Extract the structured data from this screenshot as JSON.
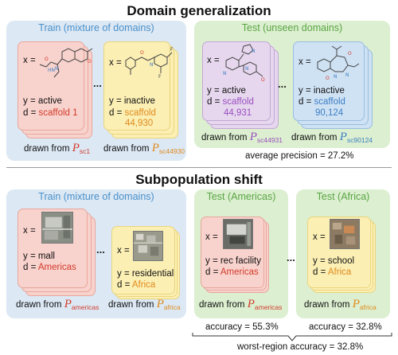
{
  "sections": {
    "domain_gen": {
      "title": "Domain generalization",
      "train_label": "Train (mixture of domains)",
      "test_label": "Test (unseen domains)",
      "cards": [
        {
          "x": "x =",
          "y": "y = active",
          "d_prefix": "d = ",
          "d": "scaffold 1",
          "drawn": "drawn from ",
          "p": "P",
          "sub": "sc1",
          "color": "#d33b2c"
        },
        {
          "x": "x =",
          "y": "y = inactive",
          "d_prefix": "d = ",
          "d": "scaffold",
          "d2": "44,930",
          "drawn": "drawn from ",
          "p": "P",
          "sub": "sc44930",
          "color": "#e08a1c"
        },
        {
          "x": "x =",
          "y": "y = active",
          "d_prefix": "d = ",
          "d": "scaffold",
          "d2": "44,931",
          "drawn": "drawn from ",
          "p": "P",
          "sub": "sc44931",
          "color": "#9a4fc0"
        },
        {
          "x": "x =",
          "y": "y = inactive",
          "d_prefix": "d = ",
          "d": "scaffold",
          "d2": "90,124",
          "drawn": "drawn from ",
          "p": "P",
          "sub": "sc90124",
          "color": "#3d7ec4"
        }
      ],
      "ellipsis": "...",
      "metric": "average precision = 27.2%"
    },
    "subpop": {
      "title": "Subpopulation shift",
      "train_label": "Train (mixture of domains)",
      "test_label_1": "Test (Americas)",
      "test_label_2": "Test (Africa)",
      "cards": [
        {
          "x": "x =",
          "y": "y = mall",
          "d_prefix": "d = ",
          "d": "Americas",
          "drawn": "drawn from ",
          "p": "P",
          "sub": "americas",
          "color": "#d33b2c"
        },
        {
          "x": "x =",
          "y": "y = residential",
          "d_prefix": "d = ",
          "d": "Africa",
          "drawn": "drawn from ",
          "p": "P",
          "sub": "africa",
          "color": "#e08a1c"
        },
        {
          "x": "x =",
          "y": "y = rec facility",
          "d_prefix": "d = ",
          "d": "Americas",
          "drawn": "drawn from ",
          "p": "P",
          "sub": "americas",
          "color": "#d33b2c"
        },
        {
          "x": "x =",
          "y": "y = school",
          "d_prefix": "d = ",
          "d": "Africa",
          "drawn": "drawn from ",
          "p": "P",
          "sub": "africa",
          "color": "#e08a1c"
        }
      ],
      "ellipsis": "...",
      "metric_1": "accuracy = 55.3%",
      "metric_2": "accuracy = 32.8%",
      "worst": "worst-region accuracy = 32.8%"
    }
  },
  "colors": {
    "train_panel": "#dce8f4",
    "test_panel": "#dcefd0",
    "red": "#d33b2c",
    "orange": "#e08a1c",
    "purple": "#9a4fc0",
    "blue": "#3d7ec4"
  },
  "icons": [
    "molecule-structure-icon",
    "satellite-image-icon"
  ]
}
